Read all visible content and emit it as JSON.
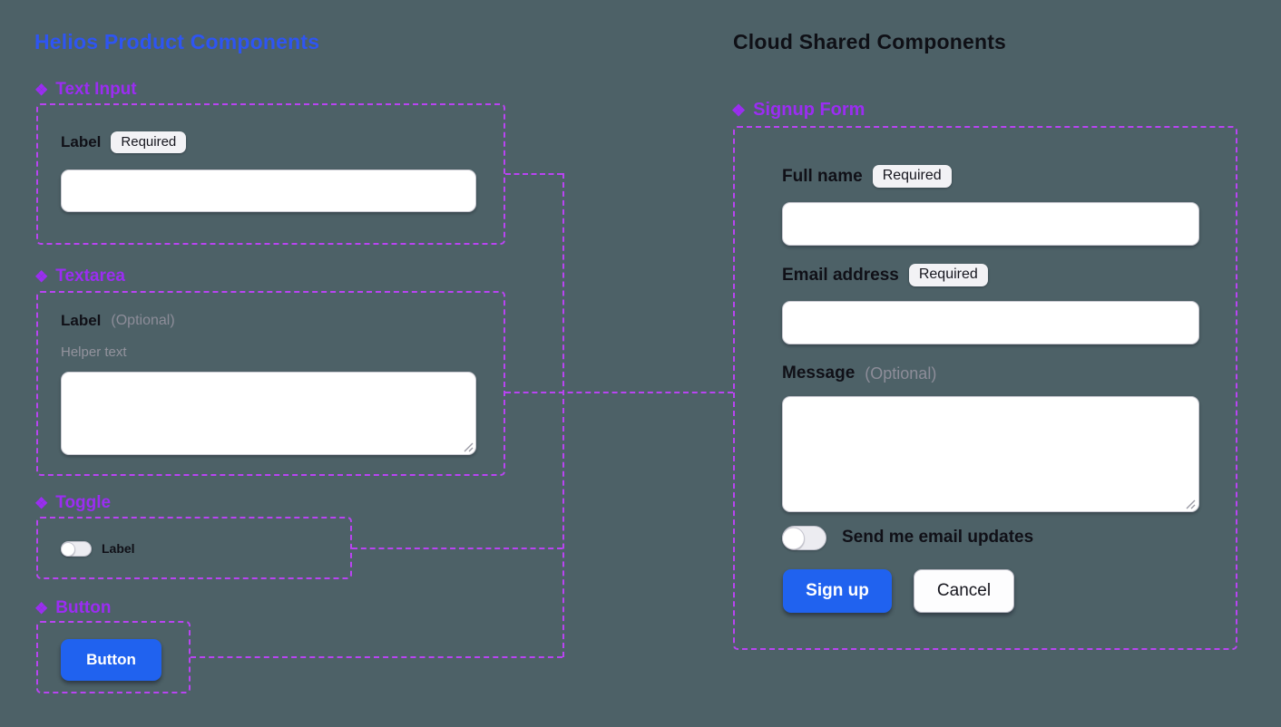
{
  "colors": {
    "canvas_background": "#4d6167",
    "helios_title_blue": "#2e55f2",
    "component_purple": "#9b2df2",
    "dashed_outline_purple": "#b944f2",
    "primary_button_blue": "#2062ef",
    "text_dark": "#101017",
    "text_muted_gray": "#8d8d99"
  },
  "icons": {
    "component_diamond": "❖"
  },
  "left": {
    "title": "Helios Product Components",
    "text_input": {
      "heading": "Text Input",
      "label": "Label",
      "badge": "Required",
      "value": ""
    },
    "textarea": {
      "heading": "Textarea",
      "label": "Label",
      "optional": "(Optional)",
      "helper": "Helper text",
      "value": ""
    },
    "toggle": {
      "heading": "Toggle",
      "label": "Label",
      "state": "off"
    },
    "button": {
      "heading": "Button",
      "label": "Button"
    }
  },
  "right": {
    "title": "Cloud Shared Components",
    "signup_form": {
      "heading": "Signup Form",
      "full_name": {
        "label": "Full name",
        "badge": "Required",
        "value": ""
      },
      "email": {
        "label": "Email address",
        "badge": "Required",
        "value": ""
      },
      "message": {
        "label": "Message",
        "optional": "(Optional)",
        "value": ""
      },
      "updates_toggle": {
        "label": "Send me email updates",
        "state": "off"
      },
      "primary_button": "Sign up",
      "secondary_button": "Cancel"
    }
  }
}
